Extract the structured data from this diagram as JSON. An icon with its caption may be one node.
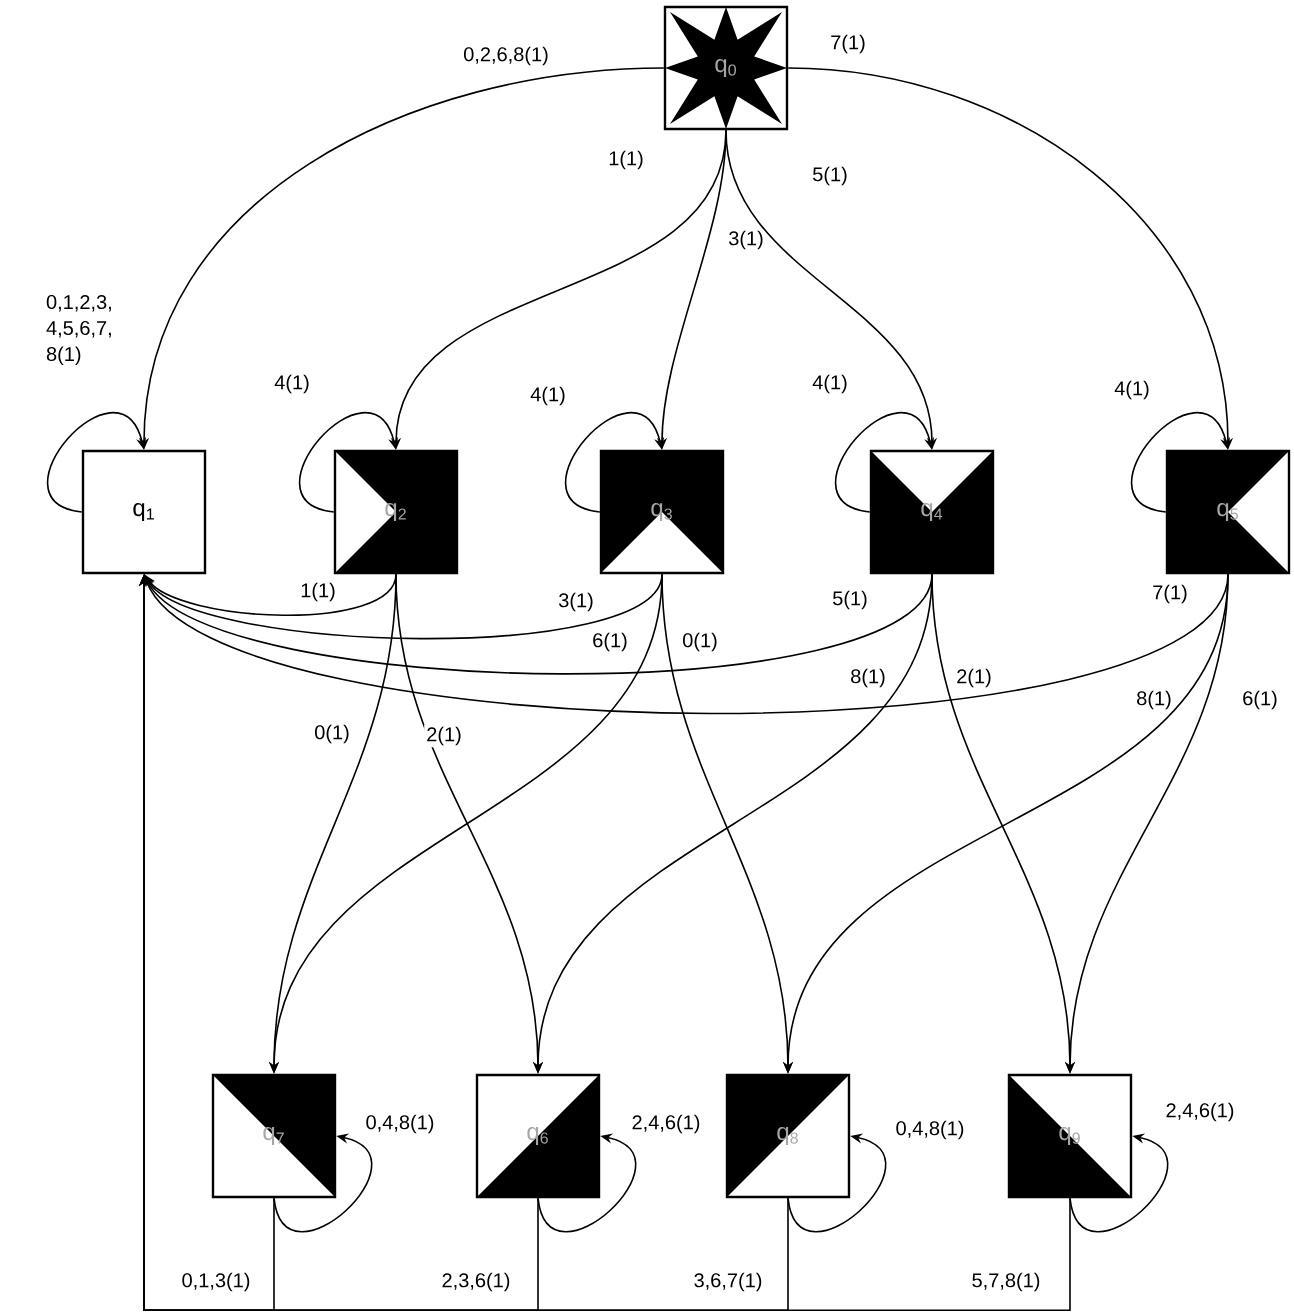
{
  "diagram": {
    "nodes": [
      {
        "text": [
          "q$_{0}$"
        ]
      },
      {
        "text": [
          "q$_{1}$"
        ]
      },
      {
        "text": [
          "q$_{2}$"
        ]
      },
      {
        "text": [
          "q$_{3}$"
        ]
      },
      {
        "text": [
          "q$_{4}$"
        ]
      },
      {
        "text": [
          "q$_{5}$"
        ]
      },
      {
        "text": [
          "q$_{7}$"
        ]
      },
      {
        "text": [
          "q$_{6}$"
        ]
      },
      {
        "text": [
          "q$_{8}$"
        ]
      },
      {
        "text": [
          "q$_{9}$"
        ]
      }
    ],
    "edges": [
      {
        "from": 0,
        "to": 1,
        "arrow": "to",
        "label": "0,2,6,8(1)"
      },
      {
        "from": 0,
        "to": 2,
        "arrow": "to",
        "label": "1(1)"
      },
      {
        "from": 0,
        "to": 3,
        "arrow": "to",
        "label": "3(1)"
      },
      {
        "from": 0,
        "to": 4,
        "arrow": "to",
        "label": "5(1)"
      },
      {
        "from": 0,
        "to": 5,
        "arrow": "to",
        "label": "7(1)"
      },
      {
        "from": 1,
        "to": 1,
        "arrow": "to",
        "label": "0,1,2,3, 4,5,6,7, 8(1)"
      },
      {
        "from": 2,
        "to": 2,
        "arrow": "to",
        "label": "4(1)"
      },
      {
        "from": 3,
        "to": 3,
        "arrow": "to",
        "label": "4(1)"
      },
      {
        "from": 4,
        "to": 4,
        "arrow": "to",
        "label": "4(1)"
      },
      {
        "from": 5,
        "to": 5,
        "arrow": "to",
        "label": "4(1)"
      },
      {
        "from": 2,
        "to": 1,
        "arrow": "to",
        "label": "1(1)"
      },
      {
        "from": 3,
        "to": 1,
        "arrow": "to",
        "label": "3(1)"
      },
      {
        "from": 4,
        "to": 1,
        "arrow": "to",
        "label": "5(1)"
      },
      {
        "from": 5,
        "to": 1,
        "arrow": "to",
        "label": "7(1)"
      },
      {
        "from": 2,
        "to": 6,
        "arrow": "to",
        "label": "0(1)"
      },
      {
        "from": 2,
        "to": 7,
        "arrow": "to",
        "label": "2(1)"
      },
      {
        "from": 3,
        "to": 6,
        "arrow": "to",
        "label": "6(1)"
      },
      {
        "from": 3,
        "to": 8,
        "arrow": "to",
        "label": "0(1)"
      },
      {
        "from": 4,
        "to": 7,
        "arrow": "to",
        "label": "8(1)"
      },
      {
        "from": 4,
        "to": 9,
        "arrow": "to",
        "label": "2(1)"
      },
      {
        "from": 5,
        "to": 8,
        "arrow": "to",
        "label": "8(1)"
      },
      {
        "from": 5,
        "to": 9,
        "arrow": "to",
        "label": "6(1)"
      },
      {
        "from": 6,
        "to": 6,
        "arrow": "to",
        "label": "0,4,8(1)"
      },
      {
        "from": 7,
        "to": 7,
        "arrow": "to",
        "label": "2,4,6(1)"
      },
      {
        "from": 8,
        "to": 8,
        "arrow": "to",
        "label": "0,4,8(1)"
      },
      {
        "from": 9,
        "to": 9,
        "arrow": "to",
        "label": "2,4,6(1)"
      },
      {
        "from": 6,
        "to": 1,
        "arrow": "to",
        "label": "0,1,3(1)"
      },
      {
        "from": 7,
        "to": 1,
        "arrow": "to",
        "label": "2,3,6(1)"
      },
      {
        "from": 8,
        "to": 1,
        "arrow": "to",
        "label": "3,6,7(1)"
      },
      {
        "from": 9,
        "to": 1,
        "arrow": "to",
        "label": "5,7,8(1)"
      }
    ]
  }
}
